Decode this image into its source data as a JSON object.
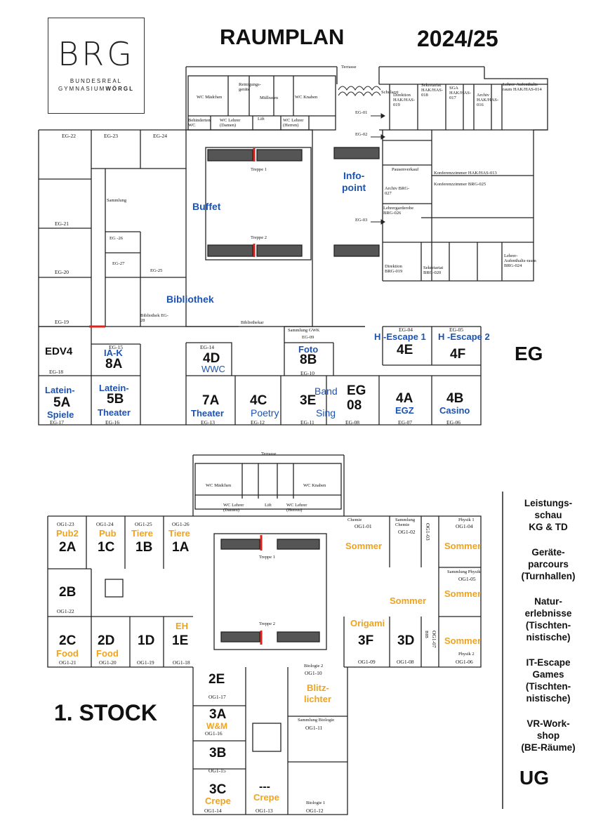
{
  "header": {
    "logo_letters": "BRG",
    "logo_line1": "BUNDESREAL",
    "logo_line2_a": "GYMNASIUM",
    "logo_line2_b": "WÖRGL",
    "title": "RAUMPLAN",
    "year": "2024/25"
  },
  "eg": {
    "floor_label": "EG",
    "top_rooms": {
      "terrasse": "Terrasse",
      "wc_maedchen": "WC Mädchen",
      "reinigung": "Reinigungs-geräte",
      "muellraum": "Müllraum",
      "wc_knaben": "WC Knaben",
      "behinderten_wc": "Behinderten WC",
      "wc_lehrer_damen": "WC Lehrer (Damen)",
      "lift": "Lift",
      "wc_lehrer_herren": "WC Lehrer (Herren)",
      "schularzt": "Schularzt",
      "direktion_hak": "Direktion HAK/HAS-019",
      "sekretariat_hak": "Sekretariat HAK/HAS-018",
      "sga": "SGA HAK/HAS-017",
      "archiv": "Archiv HAK/HAS-016",
      "lehrer_aufenthalt_1": "Lehrer-Aufenthalts-raum HAK/HAS-014",
      "ausgabe": "Pausenverkauf",
      "konferenz1": "Konferenzzimmer HAK/HAS-013",
      "konferenz2": "Konferenzzimmer BRG-025",
      "lehrergarderobe": "Lehrergarderobe BRG-026",
      "archiv_brg": "Archiv BRG-027",
      "direktion_brg": "Direktion BRG-019",
      "sekretariat_brg": "Sekretariat BRG-020",
      "lehrer_aufenthalt_2": "Lehrer-Aufenthalts-raum BRG-024",
      "treppe1": "Treppe 1",
      "treppe2": "Treppe 2",
      "bibliothek_small": "Bibliothek EG-28",
      "bibliothekar": "Bibliothekar",
      "sammlung_gwk": "Sammlung GWK",
      "eg09": "EG-09",
      "eg01": "EG-01",
      "eg02": "EG-02",
      "eg03": "EG-03",
      "eg04": "EG-04",
      "eg05": "EG-05",
      "sammlung_a": "Sammlung",
      "eg26": "EG -26",
      "eg27": "EG-27",
      "eg25": "EG-25"
    },
    "west_rooms": [
      "EG-22",
      "EG-23",
      "EG-24",
      "EG-21",
      "EG-20",
      "EG-19"
    ],
    "labels": {
      "buffet": "Buffet",
      "infopoint_1": "Info-",
      "infopoint_2": "point",
      "bibliothek": "Bibliothek"
    },
    "classrooms": [
      {
        "cls": "EDV4",
        "code": "EG-18"
      },
      {
        "cls": "8A",
        "code": "EG-15",
        "topic": "IA-K"
      },
      {
        "cls": "4D",
        "code": "EG-14",
        "topic": "WWC"
      },
      {
        "cls": "8B",
        "code": "EG-10",
        "topic": "Foto"
      },
      {
        "cls": "4E",
        "code": "EG-04",
        "topic": "H -Escape 1"
      },
      {
        "cls": "4F",
        "code": "EG-05",
        "topic": "H -Escape  2"
      },
      {
        "cls": "5A",
        "code": "EG-17",
        "topic1": "Latein-",
        "topic2": "Spiele"
      },
      {
        "cls": "5B",
        "code": "EG-16",
        "topic1": "Latein-",
        "topic2": "Theater"
      },
      {
        "cls": "7A",
        "code": "EG-13",
        "topic": "Theater"
      },
      {
        "cls": "4C",
        "code": "EG-12",
        "topic": "Poetry"
      },
      {
        "cls": "3E",
        "code": "EG-11",
        "topic1": "Band",
        "topic2": "Sing"
      },
      {
        "cls1": "EG",
        "cls2": "08",
        "code": "EG-08"
      },
      {
        "cls": "4A",
        "code": "EG-07",
        "topic": "EGZ"
      },
      {
        "cls": "4B",
        "code": "EG-06",
        "topic": "Casino"
      }
    ]
  },
  "og": {
    "floor_label": "1. STOCK",
    "top_rooms": {
      "terrasse": "Terrasse",
      "wc_maedchen": "WC Mädchen",
      "wc_knaben": "WC Knaben",
      "wc_lehrer_damen": "WC Lehrer (Damen)",
      "lift": "Lift",
      "wc_lehrer_herren": "WC Lehrer (Herren)",
      "treppe1": "Treppe 1",
      "treppe2": "Treppe 2"
    },
    "rooms": [
      {
        "cls": "2A",
        "code": "OG1-23",
        "topic": "Pub2"
      },
      {
        "cls": "1C",
        "code": "OG1-24",
        "topic": "Pub"
      },
      {
        "cls": "1B",
        "code": "OG1-25",
        "topic": "Tiere"
      },
      {
        "cls": "1A",
        "code": "OG1-26",
        "topic": "Tiere"
      },
      {
        "cls": "2B",
        "code": "OG1-22"
      },
      {
        "cls": "2C",
        "code": "OG1-21",
        "topic": "Food"
      },
      {
        "cls": "2D",
        "code": "OG1-20",
        "topic": "Food"
      },
      {
        "cls": "1D",
        "code": "OG1-19"
      },
      {
        "cls": "1E",
        "code": "OG1-18",
        "topic": "EH"
      },
      {
        "cls": "2E",
        "code": "OG1-17"
      },
      {
        "cls": "3A",
        "code": "OG1-16",
        "topic": "W&M"
      },
      {
        "cls": "3B",
        "code": "OG1-15"
      },
      {
        "cls": "3C",
        "code": "OG1-14",
        "topic": "Crepe"
      },
      {
        "cls": "---",
        "code": "OG1-13",
        "topic": "Crepe"
      },
      {
        "cls": "3F",
        "code": "OG1-09",
        "topic": "Origami"
      },
      {
        "cls": "3D",
        "code": "OG1-08"
      }
    ],
    "science": {
      "chemie": "Chemie",
      "og101": "OG1-01",
      "sammlung_chemie": "Sammlung Chemie",
      "og102": "OG1-02",
      "og103": "OG1-03",
      "physik1": "Physik 1",
      "og104": "OG1-04",
      "sammlung_physik": "Sammlung Physik",
      "og105": "OG1-05",
      "physik2": "Physik 2",
      "og106": "OG1-06",
      "og107": "OG1-07",
      "bib": "BIB",
      "biologie2": "Biologie 2",
      "og110": "OG1-10",
      "sammlung_biologie": "Sammlung Biologie",
      "og111": "OG1-11",
      "biologie1": "Biologie 1",
      "og112": "OG1-12"
    },
    "topics": {
      "sommer1": "Sommer",
      "sommer2": "Sommer",
      "sommer3": "Sommer",
      "sommer4": "Sommer",
      "sommer5": "Sommer",
      "blitz1": "Blitz-",
      "blitz2": "lichter"
    }
  },
  "ug": {
    "label": "UG",
    "items": [
      [
        "Leistungs-",
        "schau",
        "KG & TD"
      ],
      [
        "Geräte-",
        "parcours",
        "(Turnhallen)"
      ],
      [
        "Natur-",
        "erlebnisse",
        "(Tischten-",
        "nistische)"
      ],
      [
        "IT-Escape",
        "Games",
        "(Tischten-",
        "nistische)"
      ],
      [
        "VR-Work-",
        "shop",
        "(BE-Räume)"
      ]
    ]
  },
  "colors": {
    "blue": "#1c53b3",
    "orange": "#f0a31d",
    "red": "#e0201b",
    "line": "#222222"
  }
}
